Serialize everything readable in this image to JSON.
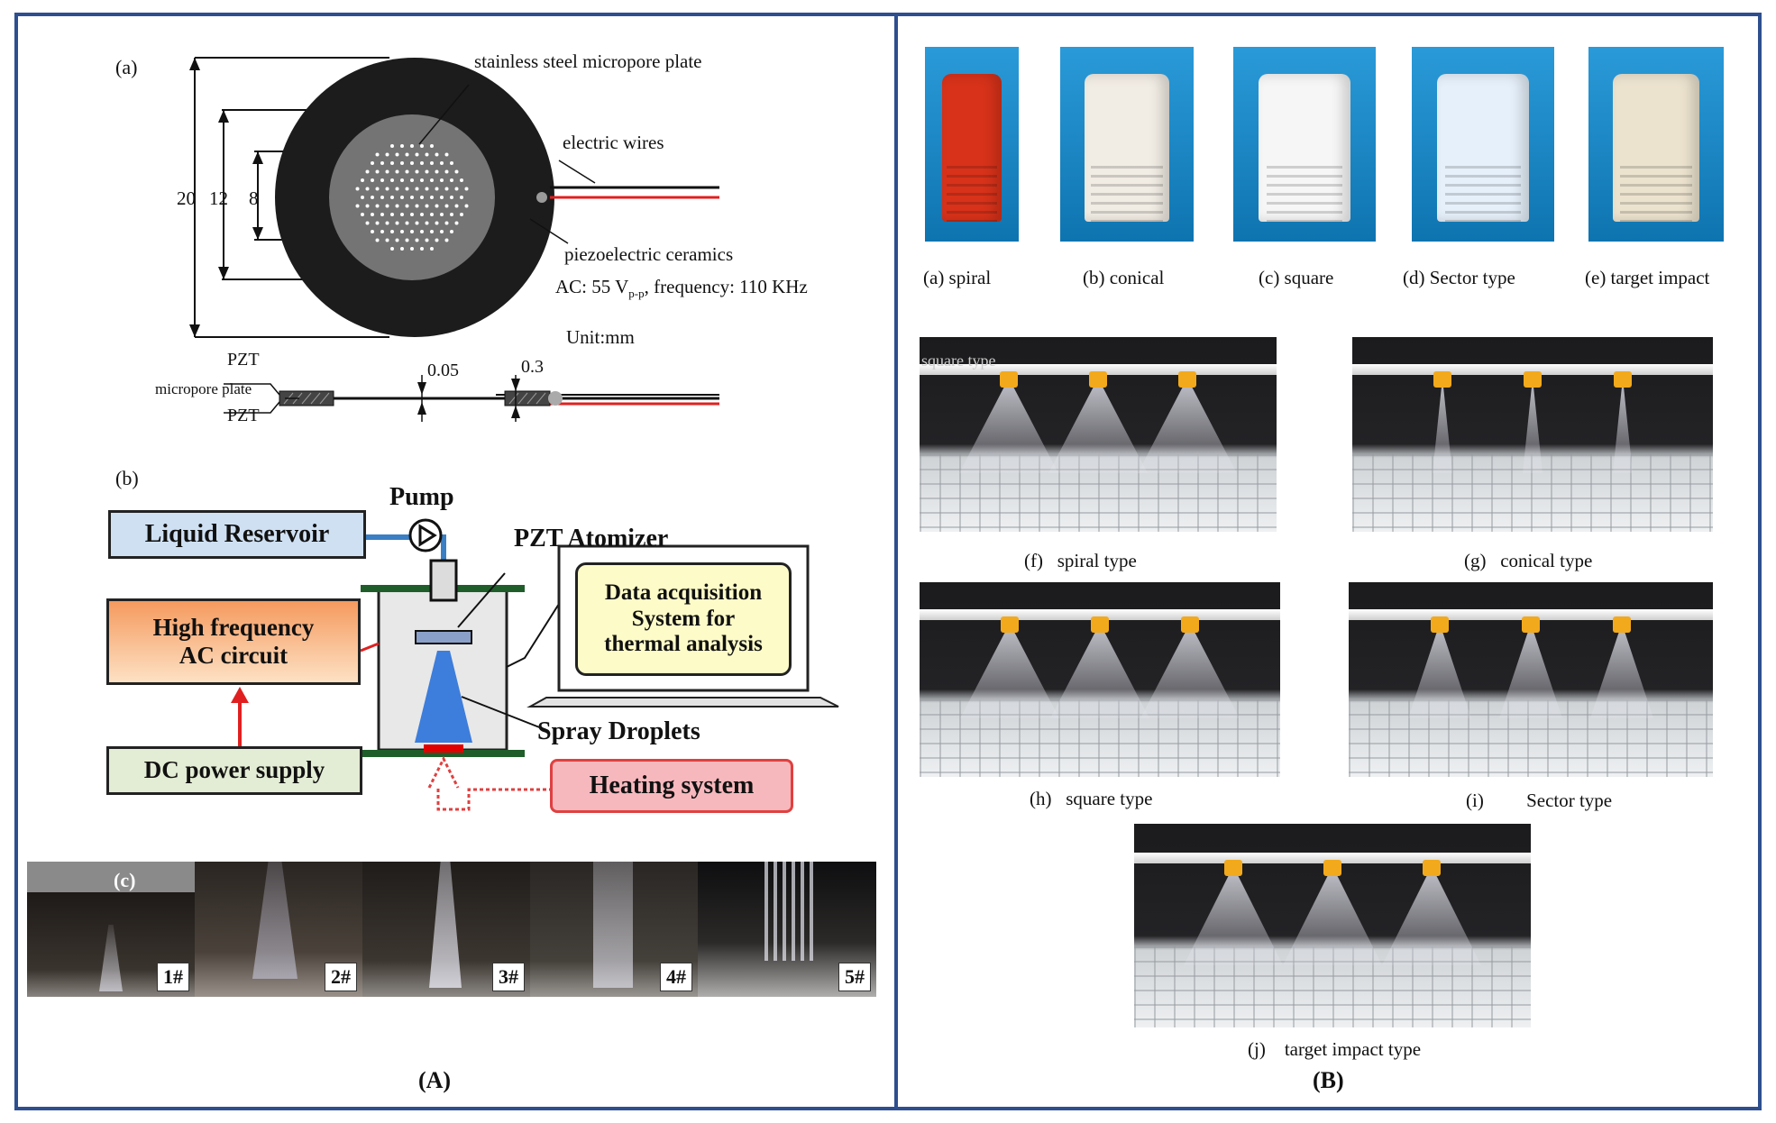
{
  "panel_a": {
    "caption": "(A)",
    "sub_a": {
      "label": "(a)",
      "micropore_plate": "stainless steel micropore plate",
      "electric_wires": "electric wires",
      "ceramics": "piezoelectric ceramics",
      "ac_prefix": "AC: 55 V",
      "ac_sub": "p-p",
      "ac_suffix": ", frequency: 110 KHz",
      "unit": "Unit:mm",
      "dims": [
        "20",
        "12",
        "8"
      ],
      "pzt_top": "PZT",
      "pzt_bottom": "PZT",
      "plate_label": "micropore plate",
      "thick_a": "0.05",
      "thick_b": "0.3"
    },
    "sub_b": {
      "label": "(b)",
      "pump": "Pump",
      "reservoir": "Liquid Reservoir",
      "atomizer": "PZT Atomizer",
      "ac_circuit_l1": "High frequency",
      "ac_circuit_l2": "AC circuit",
      "daq_l1": "Data acquisition",
      "daq_l2": "System for",
      "daq_l3": "thermal analysis",
      "spray": "Spray Droplets",
      "dc": "DC power supply",
      "heating": "Heating system"
    },
    "sub_c": {
      "label": "(c)",
      "tags": [
        "1#",
        "2#",
        "3#",
        "4#",
        "5#"
      ]
    }
  },
  "panel_b": {
    "caption": "(B)",
    "nozzles": [
      {
        "label": "(a)  spiral",
        "color": "#d8321a"
      },
      {
        "label": "(b) conical",
        "color": "#f1ece4"
      },
      {
        "label": "(c) square",
        "color": "#f6f6f6"
      },
      {
        "label": "(d) Sector type",
        "color": "#e6f0fa"
      },
      {
        "label": "(e)  target impact",
        "color": "#ece3cf"
      }
    ],
    "overlay_text": "square type",
    "sprays": [
      {
        "label": "(f)   spiral type"
      },
      {
        "label": "(g)   conical type"
      },
      {
        "label": "(h)   square type"
      },
      {
        "label": "(i)         Sector type"
      },
      {
        "label": "(j)    target impact type"
      }
    ]
  },
  "colors": {
    "frame": "#2e4f8f",
    "reservoir": "#cfe0f3",
    "ac_circuit": "#f5a26b",
    "daq": "#fdfbc8",
    "dc": "#e3ecd4",
    "heating": "#f7b8bd",
    "signal": "#e02020"
  }
}
